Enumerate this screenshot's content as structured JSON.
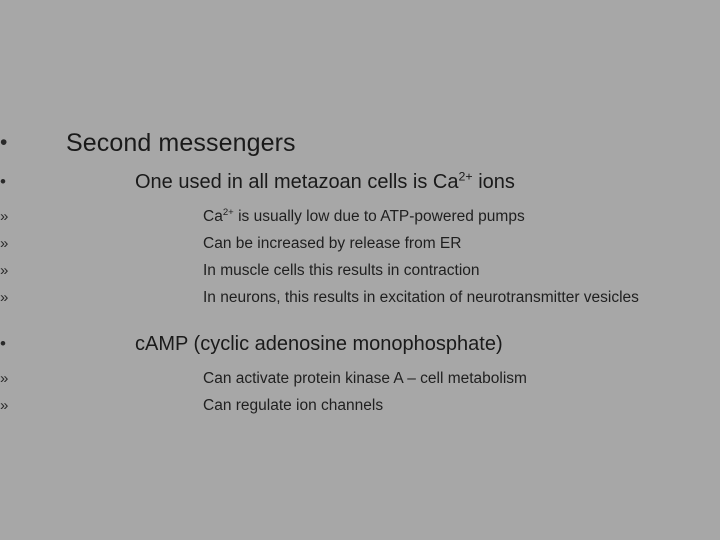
{
  "slide": {
    "background_color": "#a7a7a7",
    "text_color": "#1a1a1a",
    "bullet_glyph_level1": "•",
    "bullet_glyph_level2": "•",
    "bullet_glyph_level3": "»",
    "outline": {
      "level1": {
        "text": "Second messengers"
      },
      "group_calcium": {
        "heading_pre": "One used in all metazoan cells is Ca",
        "heading_sup": "2+",
        "heading_post": " ions",
        "items": [
          {
            "pre": "Ca",
            "sup": "2+",
            "post": " is usually low due to ATP-powered pumps"
          },
          {
            "pre": "Can be increased by release from ER",
            "sup": "",
            "post": ""
          },
          {
            "pre": "In muscle cells this results in contraction",
            "sup": "",
            "post": ""
          },
          {
            "pre": "In neurons, this results in excitation of neurotransmitter vesicles",
            "sup": "",
            "post": ""
          }
        ]
      },
      "group_camp": {
        "heading": "cAMP (cyclic adenosine monophosphate)",
        "items": [
          "Can activate protein kinase A – cell metabolism",
          "Can regulate ion channels"
        ]
      }
    }
  }
}
